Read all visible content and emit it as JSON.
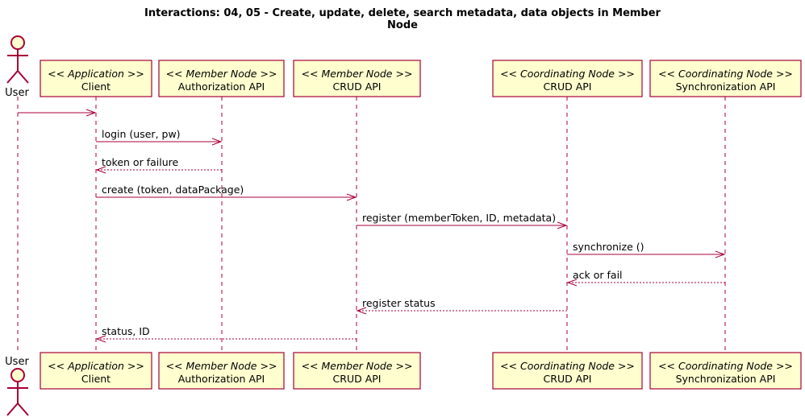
{
  "title": {
    "line1": "Interactions: 04, 05 - Create, update, delete, search metadata, data objects in Member",
    "line2": "Node"
  },
  "colors": {
    "border": "#A80036",
    "box_fill": "#FEFECE"
  },
  "actor": {
    "id": "user",
    "label": "User"
  },
  "participants": [
    {
      "id": "client",
      "stereotype": "<< Application >>",
      "name": "Client"
    },
    {
      "id": "mn-auth",
      "stereotype": "<< Member Node >>",
      "name": "Authorization API"
    },
    {
      "id": "mn-crud",
      "stereotype": "<< Member Node >>",
      "name": "CRUD API"
    },
    {
      "id": "cn-crud",
      "stereotype": "<< Coordinating Node >>",
      "name": "CRUD API"
    },
    {
      "id": "cn-sync",
      "stereotype": "<< Coordinating Node >>",
      "name": "Synchronization API"
    }
  ],
  "messages": [
    {
      "from": "user",
      "to": "client",
      "label": "",
      "style": "solid"
    },
    {
      "from": "client",
      "to": "mn-auth",
      "label": "login (user, pw)",
      "style": "solid"
    },
    {
      "from": "mn-auth",
      "to": "client",
      "label": "token or failure",
      "style": "dashed"
    },
    {
      "from": "client",
      "to": "mn-crud",
      "label": "create (token, dataPackage)",
      "style": "solid"
    },
    {
      "from": "mn-crud",
      "to": "cn-crud",
      "label": "register (memberToken, ID, metadata)",
      "style": "solid"
    },
    {
      "from": "cn-crud",
      "to": "cn-sync",
      "label": "synchronize ()",
      "style": "solid"
    },
    {
      "from": "cn-sync",
      "to": "cn-crud",
      "label": "ack or fail",
      "style": "dashed"
    },
    {
      "from": "cn-crud",
      "to": "mn-crud",
      "label": "register status",
      "style": "dashed"
    },
    {
      "from": "mn-crud",
      "to": "client",
      "label": "status, ID",
      "style": "dashed"
    }
  ]
}
